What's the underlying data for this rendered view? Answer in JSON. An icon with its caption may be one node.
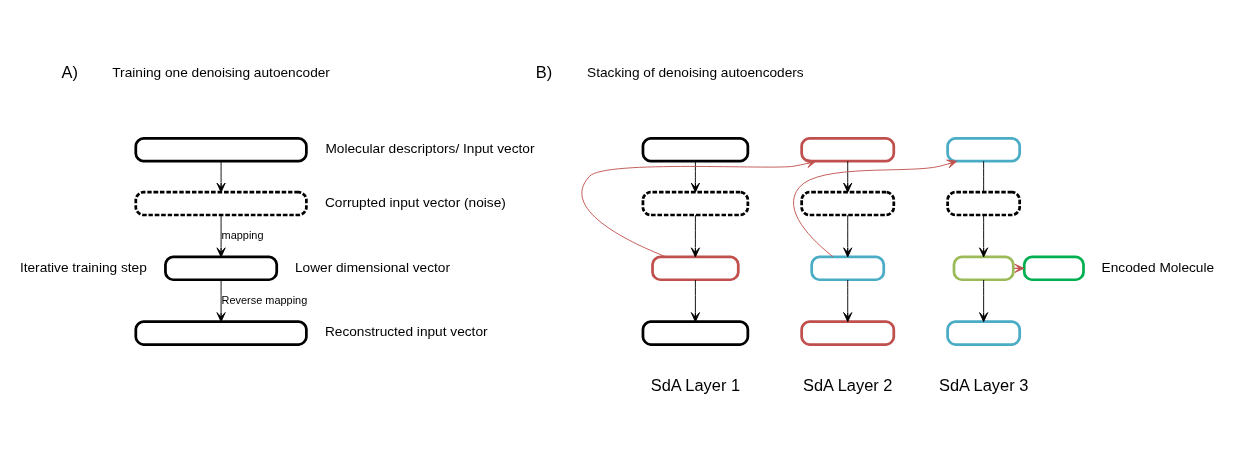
{
  "diagram": {
    "nodes": [
      {
        "text": [],
        "shape": "box",
        "beside": [
          "Molecular descriptors/ Input vector"
        ]
      },
      {
        "text": [],
        "shape": "box",
        "beside": [
          "Corrupted input vector (noise)"
        ]
      },
      {
        "text": [],
        "shape": "box",
        "beside": [
          "Lower dimensional vector"
        ]
      },
      {
        "text": [],
        "shape": "box",
        "beside": [
          "Reconstructed input vector"
        ]
      },
      {
        "text": [],
        "shape": "box"
      },
      {
        "text": [],
        "shape": "box"
      },
      {
        "text": [],
        "shape": "box"
      },
      {
        "text": [],
        "shape": "box"
      },
      {
        "text": [],
        "shape": "box"
      },
      {
        "text": [],
        "shape": "box"
      },
      {
        "text": [],
        "shape": "box"
      },
      {
        "text": [],
        "shape": "box"
      },
      {
        "text": [],
        "shape": "box"
      },
      {
        "text": [],
        "shape": "box"
      },
      {
        "text": [],
        "shape": "box"
      },
      {
        "text": [],
        "shape": "box"
      },
      {
        "text": [],
        "shape": "box",
        "beside": [
          "Encoded Molecule"
        ]
      }
    ],
    "edges": [
      {
        "from": 0,
        "to": 1,
        "arrow": "to"
      },
      {
        "from": 1,
        "to": 2,
        "arrow": "to",
        "label": "mapping"
      },
      {
        "from": 2,
        "to": 3,
        "arrow": "to",
        "label": "Reverse mapping"
      },
      {
        "from": 4,
        "to": 5,
        "arrow": "to"
      },
      {
        "from": 5,
        "to": 6,
        "arrow": "to"
      },
      {
        "from": 6,
        "to": 7,
        "arrow": "to"
      },
      {
        "from": 6,
        "to": 8,
        "arrow": "to",
        "color": "#c0504d"
      },
      {
        "from": 8,
        "to": 9,
        "arrow": "to"
      },
      {
        "from": 9,
        "to": 10,
        "arrow": "to"
      },
      {
        "from": 10,
        "to": 11,
        "arrow": "to"
      },
      {
        "from": 10,
        "to": 12,
        "arrow": "to",
        "color": "#c0504d"
      },
      {
        "from": 12,
        "to": 13,
        "arrow": "none"
      },
      {
        "from": 13,
        "to": 14,
        "arrow": "to"
      },
      {
        "from": 14,
        "to": 15,
        "arrow": "to"
      },
      {
        "from": 14,
        "to": 16,
        "arrow": "to",
        "color": "#c0504d"
      }
    ],
    "labels": [
      "A)",
      "Training one denoising autoencoder",
      "B)",
      "Stacking of denoising autoencoders",
      "Iterative training step",
      "SdA Layer 1",
      "SdA Layer 2",
      "SdA Layer 3"
    ]
  }
}
